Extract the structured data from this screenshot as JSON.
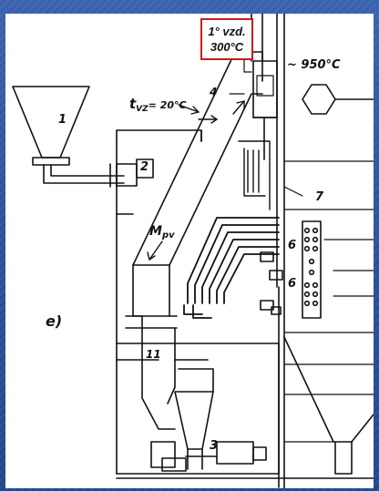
{
  "callout": {
    "line1": "1° vzd.",
    "line2": "300°C",
    "border_color": "#d01818"
  },
  "labels": {
    "n1": "1",
    "n2": "2",
    "n3": "3",
    "n4": "4",
    "n6a": "6",
    "n6b": "6",
    "n7": "7",
    "n11": "11",
    "temp_furnace": "~ 950°C",
    "t_air_sym": "t",
    "t_air_sub": "VZ",
    "t_air_val": "= 20°C",
    "mpv_sym": "M",
    "mpv_sub": "pv",
    "panel_e": "e)"
  },
  "colors": {
    "background": "#2f56a0",
    "sheet": "#ffffff",
    "ink": "#111111",
    "highlight": "#d01818"
  }
}
